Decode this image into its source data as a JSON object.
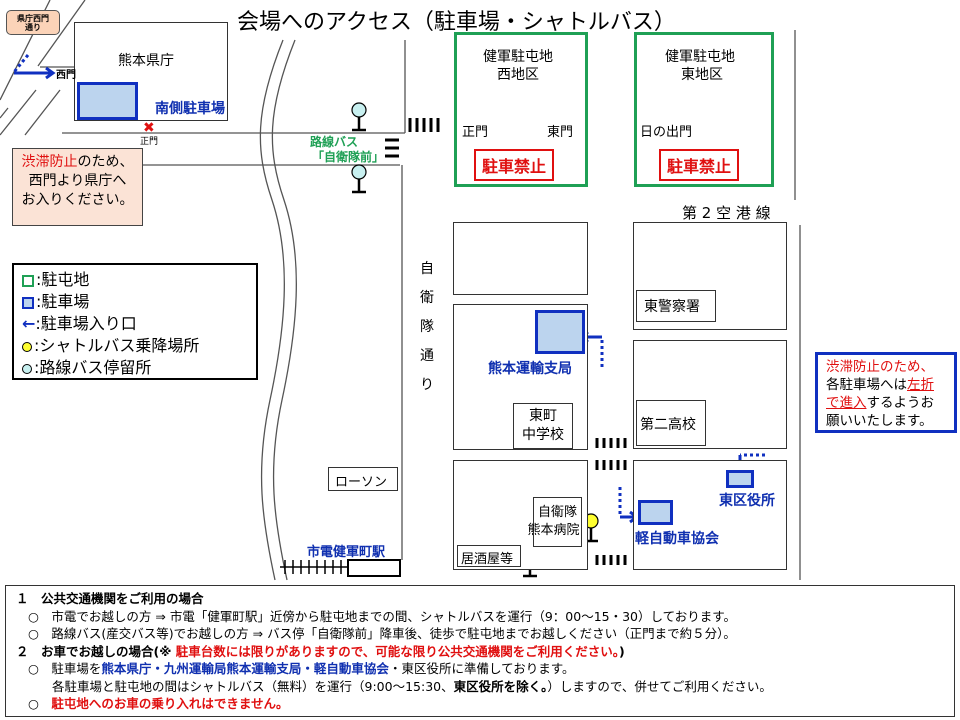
{
  "title": "会場へのアクセス（駐車場・シャトルバス）",
  "sign": "県庁西門通り",
  "places": {
    "kencho": "熊本県庁",
    "nishimon": "西門",
    "seimon_kencho": "正門",
    "south_parking": "南側駐車場",
    "bus_stop": "路線バス",
    "bus_stop_name": "「自衛隊前」",
    "west_area_line1": "健軍駐屯地",
    "west_area_line2": "西地区",
    "east_area_line1": "健軍駐屯地",
    "east_area_line2": "東地区",
    "seimon": "正門",
    "higashimon": "東門",
    "hinodemon": "日の出門",
    "no_parking": "駐車禁止",
    "airport_line": "第 2 空 港 線",
    "jieitai_dori": "自衛隊通り",
    "police": "東警察署",
    "unyu": "熊本運輸支局",
    "higashimachi_line1": "東町",
    "higashimachi_line2": "中学校",
    "daini": "第二高校",
    "ward_office": "東区役所",
    "kei": "軽自動車協会",
    "hospital_line1": "自衛隊",
    "hospital_line2": "熊本病院",
    "izakaya": "居酒屋等",
    "lawson": "ローソン",
    "station": "市電健軍町駅"
  },
  "legend": [
    {
      "icon": "green-square",
      "label": ":駐屯地"
    },
    {
      "icon": "blue-square",
      "label": ":駐車場"
    },
    {
      "icon": "arrow-left",
      "label": ":駐車場入り口"
    },
    {
      "icon": "yellow-bus-pin",
      "label": ":シャトルバス乗降場所"
    },
    {
      "icon": "cyan-bus-pin",
      "label": ":路線バス停留所"
    }
  ],
  "left_notice": {
    "red": "渋滞防止",
    "rest1": "のため、",
    "line2": "西門より県庁へ",
    "line3": "お入りください。"
  },
  "right_notice": {
    "red": "渋滞防止のため、",
    "a": "各駐車場へは",
    "u1": "左折",
    "u2": "で進入",
    "b": "するようお",
    "c": "願いいたします。"
  },
  "instructions": {
    "h1": "１　公共交通機関をご利用の場合",
    "l1": "○　市電でお越しの方 ⇒ 市電「健軍町駅」近傍から駐屯地までの間、シャトルバスを運行（9：00～15・30）しております。",
    "l2": "○　路線バス(産交バス等)でお越しの方 ⇒ バス停「自衛隊前」降車後、徒歩で駐屯地までお越しください（正門まで約５分）。",
    "h2": "２　お車でお越しの場合(※ ",
    "h2_red": "駐車台数には限りがありますので、可能な限り公共交通機関をご利用ください。",
    "h2_end": ")",
    "l3_pre": "○　駐車場を",
    "l3_blue": "熊本県庁・九州運輸局熊本運輸支局・軽自動車協会",
    "l3_post": "・東区役所に準備しております。",
    "l4_pre": "各駐車場と駐屯地の間はシャトルバス（無料）を運行（9:00～15:30、",
    "l4_bold": "東区役所を除く。",
    "l4_post": "）しますので、併せてご利用ください。",
    "l5_pre": "○　",
    "l5_red": "駐屯地へのお車の乗り入れはできません。"
  },
  "colors": {
    "garrison": "#1fa055",
    "parking": "#1030c0",
    "warning": "#e01010",
    "shuttle_pin": "#ffff30",
    "bus_pin": "#c8f0f0"
  }
}
